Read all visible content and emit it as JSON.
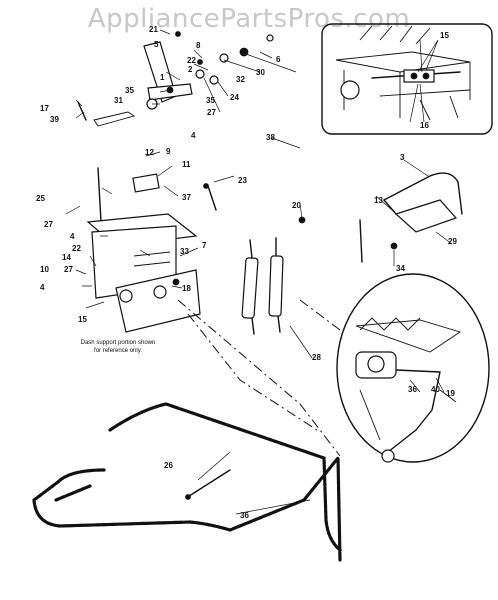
{
  "watermark": "AppliancePartsPros.com",
  "note_lines": [
    "Dash support portion shown",
    "for reference only."
  ],
  "callouts": [
    "21",
    "5",
    "8",
    "6",
    "30",
    "32",
    "22",
    "2",
    "1",
    "24",
    "35",
    "35",
    "31",
    "27",
    "17",
    "39",
    "4",
    "15",
    "16",
    "38",
    "12",
    "9",
    "11",
    "3",
    "25",
    "27",
    "37",
    "23",
    "13",
    "20",
    "4",
    "22",
    "33",
    "7",
    "14",
    "27",
    "10",
    "18",
    "29",
    "34",
    "4",
    "15",
    "26",
    "36",
    "28",
    "36",
    "40",
    "19"
  ]
}
